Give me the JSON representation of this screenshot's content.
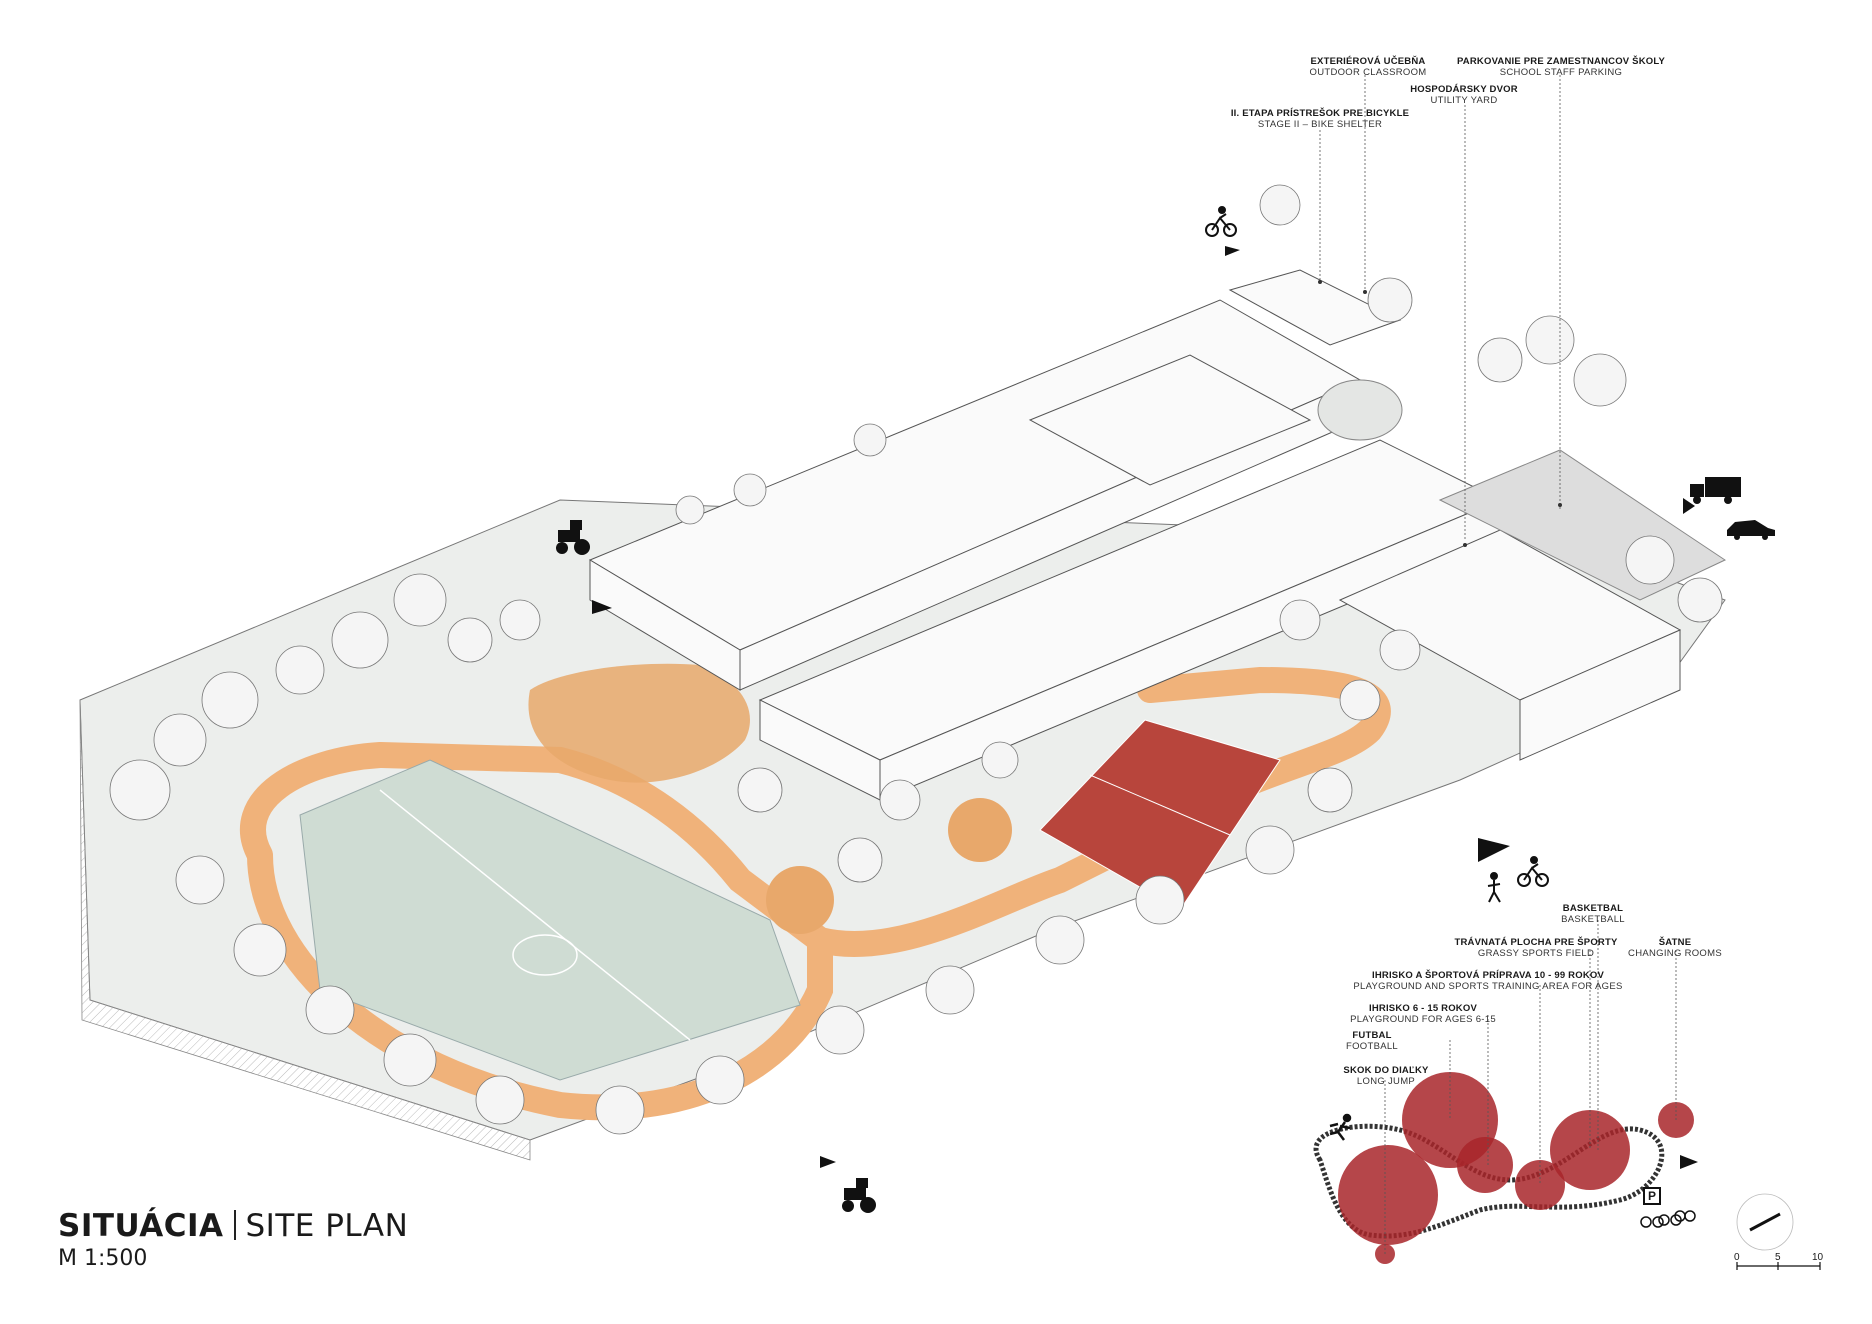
{
  "title": {
    "sk": "SITUÁCIA",
    "en": "SITE PLAN",
    "scale": "M 1:500"
  },
  "scale_bar": {
    "ticks": [
      "0",
      "5",
      "10"
    ]
  },
  "labels_top": [
    {
      "id": "outdoor-classroom",
      "sk": "EXTERIÉROVÁ UČEBŇA",
      "en": "OUTDOOR CLASSROOM"
    },
    {
      "id": "staff-parking",
      "sk": "PARKOVANIE PRE ZAMESTNANCOV ŠKOLY",
      "en": "SCHOOL STAFF PARKING"
    },
    {
      "id": "utility-yard",
      "sk": "HOSPODÁRSKY DVOR",
      "en": "UTILITY YARD"
    },
    {
      "id": "bike-shelter",
      "sk": "II. ETAPA PRÍSTREŠOK PRE BICYKLE",
      "en": "STAGE II – BIKE SHELTER"
    }
  ],
  "labels_legend": [
    {
      "id": "basketball",
      "sk": "BASKETBAL",
      "en": "BASKETBALL"
    },
    {
      "id": "grassy-field",
      "sk": "TRÁVNATÁ PLOCHA PRE ŠPORTY",
      "en": "GRASSY SPORTS FIELD"
    },
    {
      "id": "changing-rooms",
      "sk": "ŠATNE",
      "en": "CHANGING ROOMS"
    },
    {
      "id": "training-area",
      "sk": "IHRISKO A ŠPORTOVÁ PRÍPRAVA 10 - 99 ROKOV",
      "en": "PLAYGROUND AND SPORTS TRAINING AREA FOR AGES"
    },
    {
      "id": "playground-6-15",
      "sk": "IHRISKO 6 - 15 ROKOV",
      "en": "PLAYGROUND FOR AGES 6-15"
    },
    {
      "id": "football",
      "sk": "FUTBAL",
      "en": "FOOTBALL"
    },
    {
      "id": "long-jump",
      "sk": "SKOK DO DIAĽKY",
      "en": "LONG JUMP"
    }
  ],
  "legend_badge": "P",
  "colors": {
    "legend_circle": "#a8262a",
    "track": "#f0b27a",
    "playground": "#e8a86b",
    "basketball_court": "#b8453c",
    "football_field": "#cfdcd3",
    "ground": "#e9ecea"
  },
  "icons": [
    "cyclist-icon",
    "tractor-icon",
    "truck-icon",
    "car-icon",
    "pedestrian-icon",
    "runner-icon",
    "parking-icon",
    "bicycles-icon",
    "north-arrow-icon",
    "entrance-arrow-icon"
  ]
}
